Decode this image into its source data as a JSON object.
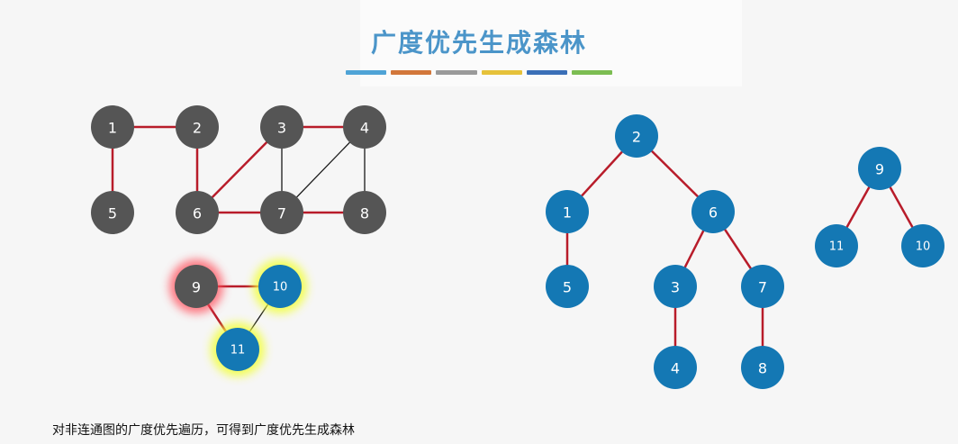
{
  "title": "广度优先生成森林",
  "caption": "对非连通图的广度优先遍历，可得到广度优先生成森林",
  "colors": {
    "gray_node": "#555555",
    "blue_node": "#1478b4",
    "tree_edge": "#b81c2a",
    "plain_edge": "#1a1a1a",
    "glow_red": "#ff4d5a",
    "glow_yellow": "#f2ff3a",
    "title_bar": [
      "#4fa3d6",
      "#d2773a",
      "#9a9a9a",
      "#e6c23a",
      "#3a6fb7",
      "#7cbd52"
    ]
  },
  "graph": {
    "nodes": [
      {
        "id": "1",
        "label": "1",
        "fill": "gray"
      },
      {
        "id": "2",
        "label": "2",
        "fill": "gray"
      },
      {
        "id": "3",
        "label": "3",
        "fill": "gray"
      },
      {
        "id": "4",
        "label": "4",
        "fill": "gray"
      },
      {
        "id": "5",
        "label": "5",
        "fill": "gray"
      },
      {
        "id": "6",
        "label": "6",
        "fill": "gray"
      },
      {
        "id": "7",
        "label": "7",
        "fill": "gray"
      },
      {
        "id": "8",
        "label": "8",
        "fill": "gray"
      },
      {
        "id": "9",
        "label": "9",
        "fill": "gray",
        "glow": "red"
      },
      {
        "id": "10",
        "label": "10",
        "fill": "blue",
        "glow": "yellow"
      },
      {
        "id": "11",
        "label": "11",
        "fill": "blue",
        "glow": "yellow"
      }
    ],
    "edges": [
      {
        "from": "1",
        "to": "2",
        "tree": true
      },
      {
        "from": "1",
        "to": "5",
        "tree": true
      },
      {
        "from": "2",
        "to": "6",
        "tree": true
      },
      {
        "from": "3",
        "to": "4",
        "tree": true
      },
      {
        "from": "6",
        "to": "3",
        "tree": true
      },
      {
        "from": "3",
        "to": "7",
        "tree": false
      },
      {
        "from": "4",
        "to": "7",
        "tree": false
      },
      {
        "from": "4",
        "to": "8",
        "tree": false
      },
      {
        "from": "6",
        "to": "7",
        "tree": true
      },
      {
        "from": "7",
        "to": "8",
        "tree": true
      },
      {
        "from": "9",
        "to": "10",
        "tree": true
      },
      {
        "from": "9",
        "to": "11",
        "tree": true
      },
      {
        "from": "10",
        "to": "11",
        "tree": false
      }
    ]
  },
  "forest": {
    "nodes": [
      {
        "id": "t2",
        "label": "2"
      },
      {
        "id": "t1",
        "label": "1"
      },
      {
        "id": "t6",
        "label": "6"
      },
      {
        "id": "t5",
        "label": "5"
      },
      {
        "id": "t3",
        "label": "3"
      },
      {
        "id": "t7",
        "label": "7"
      },
      {
        "id": "t4",
        "label": "4"
      },
      {
        "id": "t8",
        "label": "8"
      },
      {
        "id": "t9",
        "label": "9"
      },
      {
        "id": "t11",
        "label": "11"
      },
      {
        "id": "t10",
        "label": "10"
      }
    ],
    "edges": [
      {
        "from": "t2",
        "to": "t1"
      },
      {
        "from": "t2",
        "to": "t6"
      },
      {
        "from": "t1",
        "to": "t5"
      },
      {
        "from": "t6",
        "to": "t3"
      },
      {
        "from": "t6",
        "to": "t7"
      },
      {
        "from": "t3",
        "to": "t4"
      },
      {
        "from": "t7",
        "to": "t8"
      },
      {
        "from": "t9",
        "to": "t11"
      },
      {
        "from": "t9",
        "to": "t10"
      }
    ]
  }
}
